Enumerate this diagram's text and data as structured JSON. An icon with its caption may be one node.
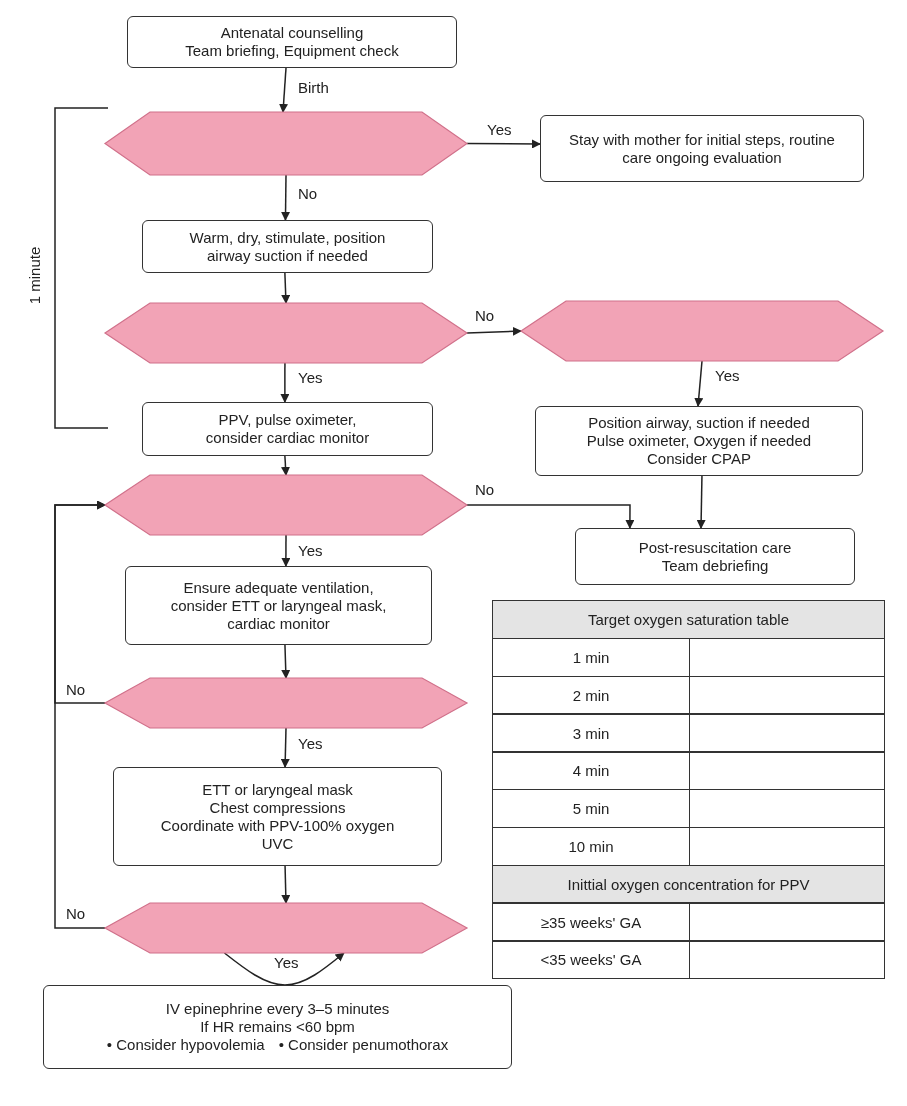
{
  "diagram": {
    "nodes": [
      {
        "text": [
          "Antenatal counselling",
          "Team briefing, Equipment check"
        ]
      },
      {
        "text": [],
        "shape": "hexagon"
      },
      {
        "text": [
          "Stay with mother for initial steps, routine care ongoing evaluation"
        ]
      },
      {
        "text": [
          "Warm, dry, stimulate, position airway suction if needed"
        ]
      },
      {
        "text": [],
        "shape": "hexagon"
      },
      {
        "text": [],
        "shape": "hexagon"
      },
      {
        "text": [
          "PPV, pulse oximeter, consider cardiac monitor"
        ]
      },
      {
        "text": [
          "Position airway, suction if needed",
          "Pulse oximeter, Oxygen if needed",
          "Consider CPAP"
        ]
      },
      {
        "text": [],
        "shape": "hexagon"
      },
      {
        "text": [
          "Post-resuscitation care",
          "Team debriefing"
        ]
      },
      {
        "text": [
          "Ensure adequate ventilation, consider ETT or laryngeal mask, cardiac monitor"
        ]
      },
      {
        "text": [],
        "shape": "hexagon"
      },
      {
        "text": [
          "ETT or laryngeal mask",
          "Chest compressions",
          "Coordinate with PPV-100% oxygen",
          "UVC"
        ]
      },
      {
        "text": [],
        "shape": "hexagon"
      },
      {
        "text": [
          "IV epinephrine every 3–5 minutes",
          "If HR remains <60 bpm",
          "• Consider hypovolemia",
          "• Consider penumothorax"
        ]
      }
    ],
    "edges": [
      {
        "from": 0,
        "to": 1,
        "arrow": "to",
        "label": "Birth"
      },
      {
        "from": 1,
        "to": 2,
        "arrow": "to",
        "label": "Yes"
      },
      {
        "from": 1,
        "to": 3,
        "arrow": "to",
        "label": "No"
      },
      {
        "from": 3,
        "to": 4,
        "arrow": "to"
      },
      {
        "from": 4,
        "to": 5,
        "arrow": "to",
        "label": "No"
      },
      {
        "from": 4,
        "to": 6,
        "arrow": "to",
        "label": "Yes"
      },
      {
        "from": 5,
        "to": 7,
        "arrow": "to",
        "label": "Yes"
      },
      {
        "from": 6,
        "to": 8,
        "arrow": "to"
      },
      {
        "from": 8,
        "to": 9,
        "arrow": "to",
        "label": "No"
      },
      {
        "from": 7,
        "to": 9,
        "arrow": "to"
      },
      {
        "from": 8,
        "to": 10,
        "arrow": "to",
        "label": "Yes"
      },
      {
        "from": 10,
        "to": 11,
        "arrow": "to"
      },
      {
        "from": 11,
        "to": 8,
        "arrow": "to",
        "label": "No"
      },
      {
        "from": 11,
        "to": 12,
        "arrow": "to",
        "label": "Yes"
      },
      {
        "from": 12,
        "to": 13,
        "arrow": "to"
      },
      {
        "from": 13,
        "to": 8,
        "arrow": "to",
        "label": "No"
      },
      {
        "from": 13,
        "to": 13,
        "arrow": "to",
        "label": "Yes"
      }
    ],
    "labels": [
      "1 minute",
      "Target oxygen saturation table",
      "1 min",
      "2 min",
      "3 min",
      "4 min",
      "5 min",
      "10 min",
      "Inittial oxygen concentration for PPV",
      "≥35 weeks' GA",
      "<35 weeks' GA"
    ]
  }
}
